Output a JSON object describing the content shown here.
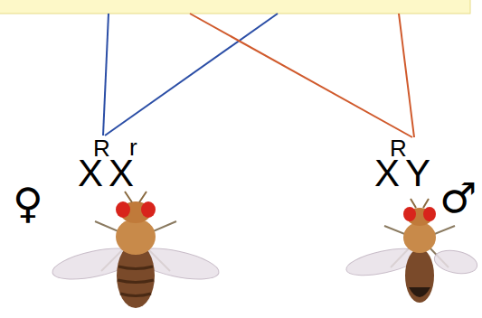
{
  "diagram": {
    "labels": [
      "X",
      "R",
      "X",
      "r",
      "X",
      "R",
      "Y",
      "♀",
      "♂"
    ]
  }
}
